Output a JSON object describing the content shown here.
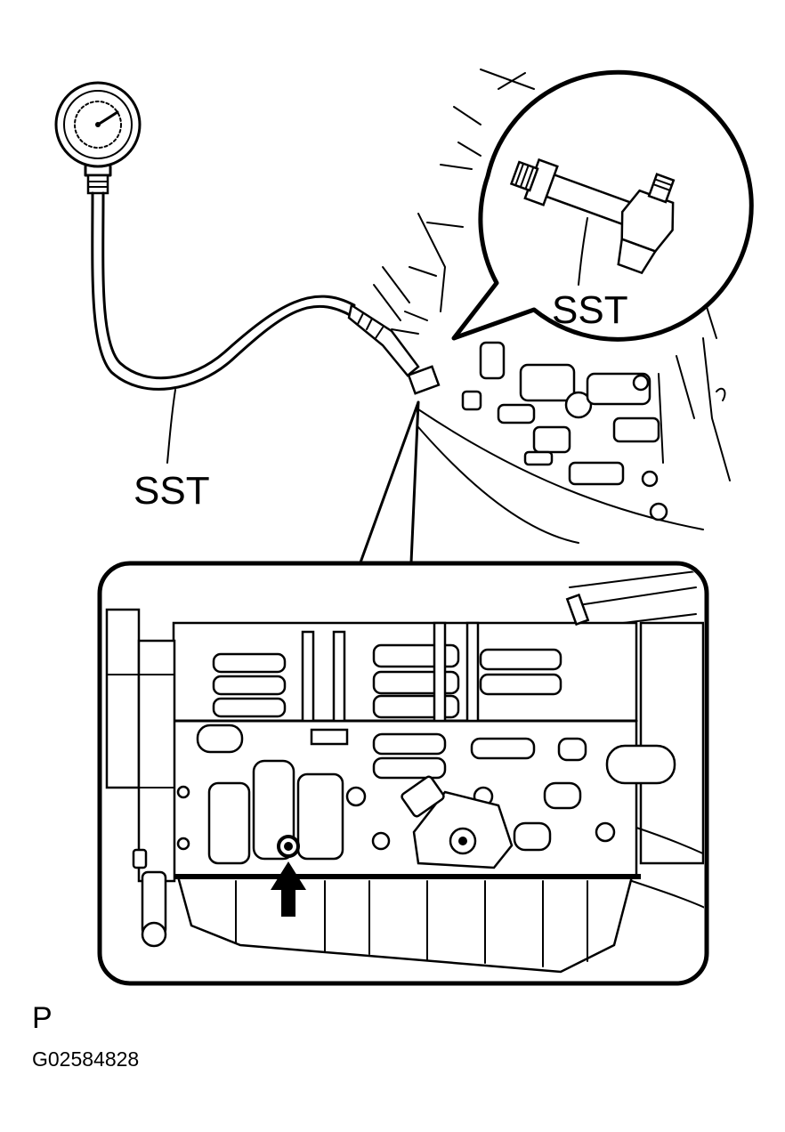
{
  "labels": {
    "gauge_callout": "SST",
    "inset_callout": "SST",
    "view_code": "P",
    "figure_code": "G02584828"
  },
  "icons": {
    "pressure_gauge": "pressure-gauge-icon",
    "test_port_arrow": "up-arrow-icon"
  }
}
